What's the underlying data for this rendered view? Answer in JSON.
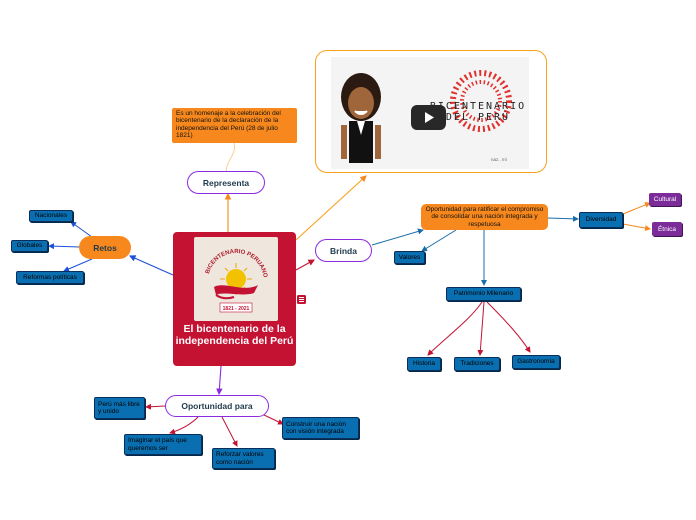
{
  "central": {
    "title": "El bicentenario de la independencia del Perú",
    "logo_text": "BICENTENARIO PERUANO",
    "logo_years": "1821 - 2021"
  },
  "representa": {
    "label": "Representa",
    "note": "Es un homenaje a la celebración del bicentenario de la declaración de la independencia del Perú (28 de julio 1821)"
  },
  "video": {
    "title_line1": "BICENTENARIO",
    "title_line2": "DEL PERÚ",
    "play_icon": "play-icon",
    "credit": "naz.. mi"
  },
  "retos": {
    "label": "Retos",
    "items": [
      "Nacionales",
      "Globales",
      "Reformas políticas"
    ]
  },
  "brinda": {
    "label": "Brinda",
    "main": "Oportunidad para ratificar el compromiso de consolidar una nación integrada y respetuosa",
    "valores": "Valores",
    "diversidad": "Diversidad",
    "diversidad_items": [
      "Cultural",
      "Étnica"
    ],
    "patrimonio": "Patrimonio Milenario",
    "patrimonio_items": [
      "Historia",
      "Tradiciones",
      "Gastronomía"
    ]
  },
  "oportunidad": {
    "label": "Oportunidad para",
    "items": [
      "Perú más libre y unido",
      "Imaginar el país que queremos ser",
      "Reforzar valores como nación",
      "Construir una nación con visión integrada"
    ]
  },
  "colors": {
    "central": "#c41233",
    "blue": "#0a6fb0",
    "orange": "#f7881d",
    "purple": "#7b2c99"
  }
}
